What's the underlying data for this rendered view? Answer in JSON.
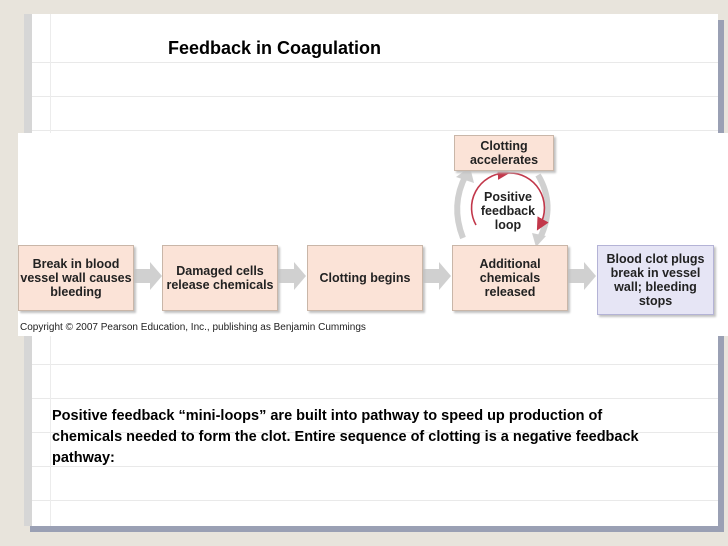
{
  "slide": {
    "title": "Feedback in Coagulation",
    "caption": "Positive feedback “mini-loops” are built into pathway to speed up production of chemicals needed to form the clot.  Entire sequence of clotting is a negative feedback pathway:"
  },
  "diagram": {
    "steps": [
      {
        "text": "Break in blood vessel wall causes bleeding"
      },
      {
        "text": "Damaged cells release chemicals"
      },
      {
        "text": "Clotting begins"
      },
      {
        "text": "Additional chemicals released"
      },
      {
        "text": "Blood clot plugs break in vessel wall; bleeding stops"
      }
    ],
    "top_box": "Clotting accelerates",
    "loop_label": "Positive feedback loop",
    "copyright": "Copyright © 2007 Pearson Education, Inc., publishing as Benjamin Cummings"
  },
  "colors": {
    "box_fill": "#fbe3d7",
    "final_box_fill": "#e6e5f5",
    "arrow": "#d0d0d0",
    "loop_arrow": "#c2374a"
  }
}
